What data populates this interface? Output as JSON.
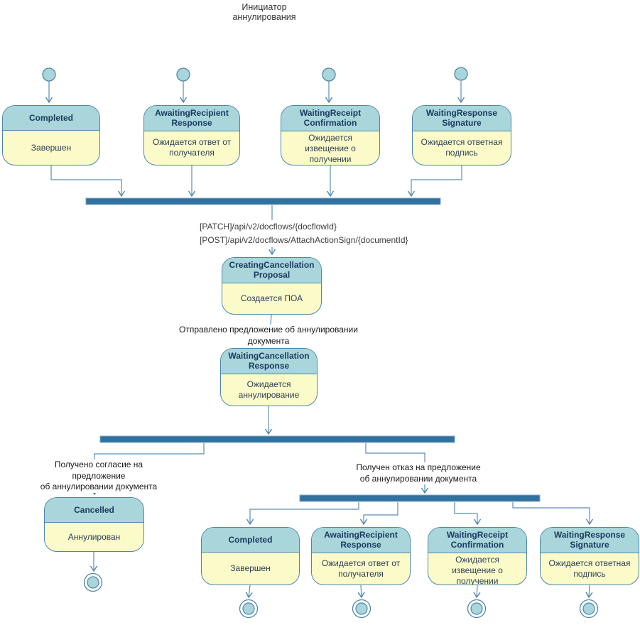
{
  "title": {
    "line1": "Инициатор",
    "line2": "аннулирования"
  },
  "states": {
    "top_row": [
      {
        "name": "Completed",
        "description": "Завершен"
      },
      {
        "name": "AwaitingRecipient Response",
        "description": "Ожидается ответ от получателя"
      },
      {
        "name": "WaitingReceipt Confirmation",
        "description": "Ожидается извещение о получении"
      },
      {
        "name": "WaitingResponse Signature",
        "description": "Ожидается ответная подпись"
      }
    ],
    "creating_cancellation": {
      "name": "CreatingCancellation Proposal",
      "description": "Создается ПОА"
    },
    "waiting_cancellation": {
      "name": "WaitingCancellation Response",
      "description": "Ожидается аннулирование"
    },
    "cancelled": {
      "name": "Cancelled",
      "description": "Аннулирован"
    },
    "bottom_row": [
      {
        "name": "Completed",
        "description": "Завершен"
      },
      {
        "name": "AwaitingRecipient Response",
        "description": "Ожидается ответ от получателя"
      },
      {
        "name": "WaitingReceipt Confirmation",
        "description": "Ожидается извещение о получении"
      },
      {
        "name": "WaitingResponse Signature",
        "description": "Ожидается ответная подпись"
      }
    ]
  },
  "labels": {
    "api_line1": "[PATCH]/api/v2/docflows/{docflowId}",
    "api_line2": "[POST]/api/v2/docflows/AttachActionSign/{documentId}",
    "proposal_sent": "Отправлено предложение об аннулировании документа",
    "agreement_line1": "Получено согласие на предложение",
    "agreement_line2": "об аннулировании документа",
    "refusal_line1": "Получен отказ на предложение",
    "refusal_line2": "об аннулировании документа"
  },
  "colors": {
    "state_header_fill": "#a8d6da",
    "state_body_fill": "#fbfbca",
    "state_border": "#4e86ad",
    "join_bar_fill": "#30719f",
    "connector_line": "#5e8cb3",
    "header_text": "#1b3a60",
    "body_text": "#2f4054"
  }
}
